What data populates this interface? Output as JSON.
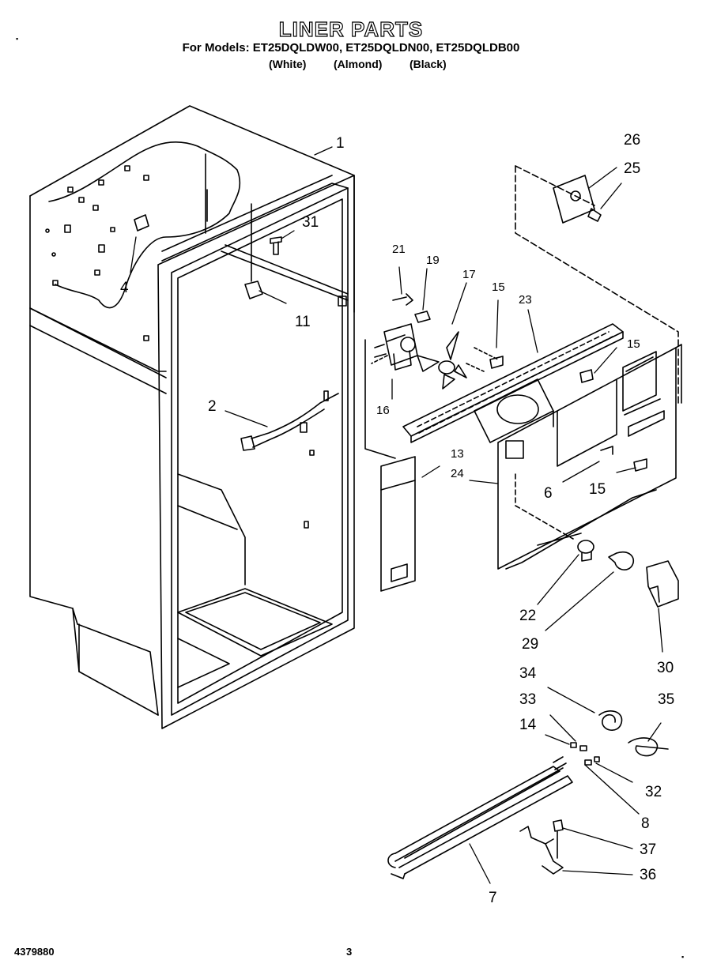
{
  "header": {
    "title": "LINER PARTS",
    "models_line": "For Models: ET25DQLDW00, ET25DQLDN00, ET25DQLDB00",
    "color_white": "(White)",
    "color_almond": "(Almond)",
    "color_black": "(Black)"
  },
  "footer": {
    "doc_number": "4379880",
    "page_number": "3"
  },
  "callouts": {
    "p1": "1",
    "p2": "2",
    "p4": "4",
    "p6": "6",
    "p7": "7",
    "p8": "8",
    "p11": "11",
    "p13": "13",
    "p14": "14",
    "p15a": "15",
    "p15b": "15",
    "p15c": "15",
    "p16": "16",
    "p17": "17",
    "p19": "19",
    "p21": "21",
    "p22": "22",
    "p23": "23",
    "p24": "24",
    "p25": "25",
    "p26": "26",
    "p29": "29",
    "p30": "30",
    "p31": "31",
    "p32": "32",
    "p33": "33",
    "p34": "34",
    "p35": "35",
    "p36": "36",
    "p37": "37"
  }
}
